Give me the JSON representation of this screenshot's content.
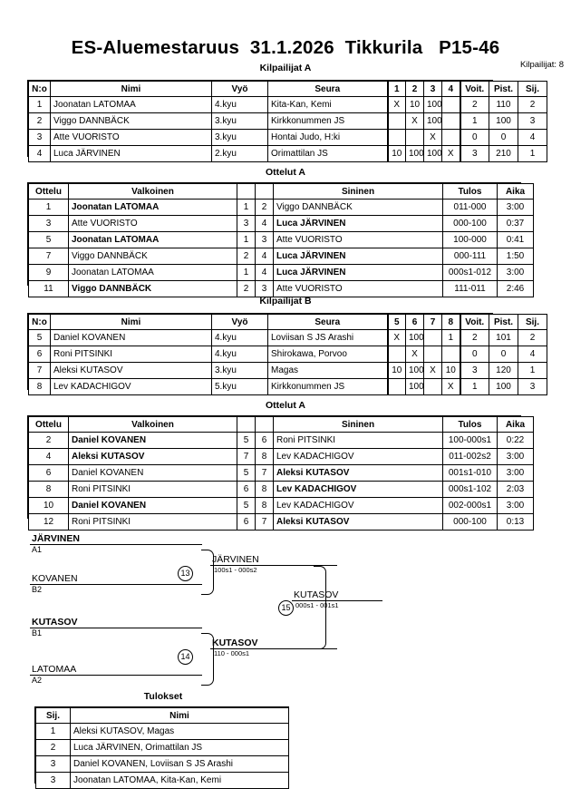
{
  "header": {
    "title": "ES-Aluemestaruus  31.1.2026  Tikkurila   P15-46",
    "competitor_count": "Kilpailijat: 8"
  },
  "captions": {
    "pool_a_competitors": "Kilpailijat A",
    "pool_a_matches": "Ottelut A",
    "pool_b_competitors": "Kilpailijat B",
    "pool_b_matches": "Ottelut A",
    "results": "Tulokset"
  },
  "competitor_table": {
    "headers": {
      "no": "N:o",
      "name": "Nimi",
      "belt": "Vyö",
      "club": "Seura",
      "wins": "Voit.",
      "points": "Pist.",
      "rank": "Sij."
    }
  },
  "pool_a": {
    "opponent_columns": [
      "1",
      "2",
      "3",
      "4"
    ],
    "rows": [
      {
        "no": "1",
        "name": "Joonatan LATOMAA",
        "belt": "4.kyu",
        "club": "Kita-Kan, Kemi",
        "cells": [
          "X",
          "10",
          "100",
          ""
        ],
        "wins": "2",
        "points": "110",
        "rank": "2"
      },
      {
        "no": "2",
        "name": "Viggo DANNBÄCK",
        "belt": "3.kyu",
        "club": "Kirkkonummen JS",
        "cells": [
          "",
          "X",
          "100",
          ""
        ],
        "wins": "1",
        "points": "100",
        "rank": "3"
      },
      {
        "no": "3",
        "name": "Atte VUORISTO",
        "belt": "3.kyu",
        "club": "Hontai Judo, H:ki",
        "cells": [
          "",
          "",
          "X",
          ""
        ],
        "wins": "0",
        "points": "0",
        "rank": "4"
      },
      {
        "no": "4",
        "name": "Luca JÄRVINEN",
        "belt": "2.kyu",
        "club": "Orimattilan JS",
        "cells": [
          "10",
          "100",
          "100",
          "X"
        ],
        "wins": "3",
        "points": "210",
        "rank": "1"
      }
    ]
  },
  "pool_b": {
    "opponent_columns": [
      "5",
      "6",
      "7",
      "8"
    ],
    "rows": [
      {
        "no": "5",
        "name": "Daniel KOVANEN",
        "belt": "4.kyu",
        "club": "Loviisan S JS Arashi",
        "cells": [
          "X",
          "100",
          "",
          "1"
        ],
        "wins": "2",
        "points": "101",
        "rank": "2"
      },
      {
        "no": "6",
        "name": "Roni PITSINKI",
        "belt": "4.kyu",
        "club": "Shirokawa, Porvoo",
        "cells": [
          "",
          "X",
          "",
          ""
        ],
        "wins": "0",
        "points": "0",
        "rank": "4"
      },
      {
        "no": "7",
        "name": "Aleksi KUTASOV",
        "belt": "3.kyu",
        "club": "Magas",
        "cells": [
          "10",
          "100",
          "X",
          "10"
        ],
        "wins": "3",
        "points": "120",
        "rank": "1"
      },
      {
        "no": "8",
        "name": "Lev KADACHIGOV",
        "belt": "5.kyu",
        "club": "Kirkkonummen JS",
        "cells": [
          "",
          "100",
          "",
          "X"
        ],
        "wins": "1",
        "points": "100",
        "rank": "3"
      }
    ]
  },
  "match_table": {
    "headers": {
      "match": "Ottelu",
      "white": "Valkoinen",
      "blue": "Sininen",
      "result": "Tulos",
      "time": "Aika"
    }
  },
  "matches_a": [
    {
      "no": "1",
      "white": "Joonatan LATOMAA",
      "white_win": true,
      "white_no": "1",
      "blue_no": "2",
      "blue": "Viggo DANNBÄCK",
      "blue_win": false,
      "result": "011-000",
      "time": "3:00"
    },
    {
      "no": "3",
      "white": "Atte VUORISTO",
      "white_win": false,
      "white_no": "3",
      "blue_no": "4",
      "blue": "Luca JÄRVINEN",
      "blue_win": true,
      "result": "000-100",
      "time": "0:37"
    },
    {
      "no": "5",
      "white": "Joonatan LATOMAA",
      "white_win": true,
      "white_no": "1",
      "blue_no": "3",
      "blue": "Atte VUORISTO",
      "blue_win": false,
      "result": "100-000",
      "time": "0:41"
    },
    {
      "no": "7",
      "white": "Viggo DANNBÄCK",
      "white_win": false,
      "white_no": "2",
      "blue_no": "4",
      "blue": "Luca JÄRVINEN",
      "blue_win": true,
      "result": "000-111",
      "time": "1:50"
    },
    {
      "no": "9",
      "white": "Joonatan LATOMAA",
      "white_win": false,
      "white_no": "1",
      "blue_no": "4",
      "blue": "Luca JÄRVINEN",
      "blue_win": true,
      "result": "000s1-012",
      "time": "3:00"
    },
    {
      "no": "11",
      "white": "Viggo DANNBÄCK",
      "white_win": true,
      "white_no": "2",
      "blue_no": "3",
      "blue": "Atte VUORISTO",
      "blue_win": false,
      "result": "111-011",
      "time": "2:46"
    }
  ],
  "matches_b": [
    {
      "no": "2",
      "white": "Daniel KOVANEN",
      "white_win": true,
      "white_no": "5",
      "blue_no": "6",
      "blue": "Roni PITSINKI",
      "blue_win": false,
      "result": "100-000s1",
      "time": "0:22"
    },
    {
      "no": "4",
      "white": "Aleksi KUTASOV",
      "white_win": true,
      "white_no": "7",
      "blue_no": "8",
      "blue": "Lev KADACHIGOV",
      "blue_win": false,
      "result": "011-002s2",
      "time": "3:00"
    },
    {
      "no": "6",
      "white": "Daniel KOVANEN",
      "white_win": false,
      "white_no": "5",
      "blue_no": "7",
      "blue": "Aleksi KUTASOV",
      "blue_win": true,
      "result": "001s1-010",
      "time": "3:00"
    },
    {
      "no": "8",
      "white": "Roni PITSINKI",
      "white_win": false,
      "white_no": "6",
      "blue_no": "8",
      "blue": "Lev KADACHIGOV",
      "blue_win": true,
      "result": "000s1-102",
      "time": "2:03"
    },
    {
      "no": "10",
      "white": "Daniel KOVANEN",
      "white_win": true,
      "white_no": "5",
      "blue_no": "8",
      "blue": "Lev KADACHIGOV",
      "blue_win": false,
      "result": "002-000s1",
      "time": "3:00"
    },
    {
      "no": "12",
      "white": "Roni PITSINKI",
      "white_win": false,
      "white_no": "6",
      "blue_no": "7",
      "blue": "Aleksi KUTASOV",
      "blue_win": true,
      "result": "000-100",
      "time": "0:13"
    }
  ],
  "bracket": {
    "seeds": [
      {
        "name": "JÄRVINEN",
        "code": "A1",
        "winner": true
      },
      {
        "name": "KOVANEN",
        "code": "B2",
        "winner": false
      },
      {
        "name": "KUTASOV",
        "code": "B1",
        "winner": true
      },
      {
        "name": "LATOMAA",
        "code": "A2",
        "winner": false
      }
    ],
    "semifinals": [
      {
        "number": "13",
        "winner": "JÄRVINEN",
        "score": "100s1 - 000s2"
      },
      {
        "number": "14",
        "winner": "KUTASOV",
        "score": "110 - 000s1"
      }
    ],
    "final": {
      "number": "15",
      "winner": "KUTASOV",
      "score": "000s1 - 001s1"
    }
  },
  "results": {
    "headers": {
      "rank": "Sij.",
      "name": "Nimi"
    },
    "rows": [
      {
        "rank": "1",
        "name": "Aleksi KUTASOV, Magas"
      },
      {
        "rank": "2",
        "name": "Luca JÄRVINEN, Orimattilan JS"
      },
      {
        "rank": "3",
        "name": "Daniel KOVANEN, Loviisan S JS Arashi"
      },
      {
        "rank": "3",
        "name": "Joonatan LATOMAA, Kita-Kan, Kemi"
      }
    ]
  }
}
